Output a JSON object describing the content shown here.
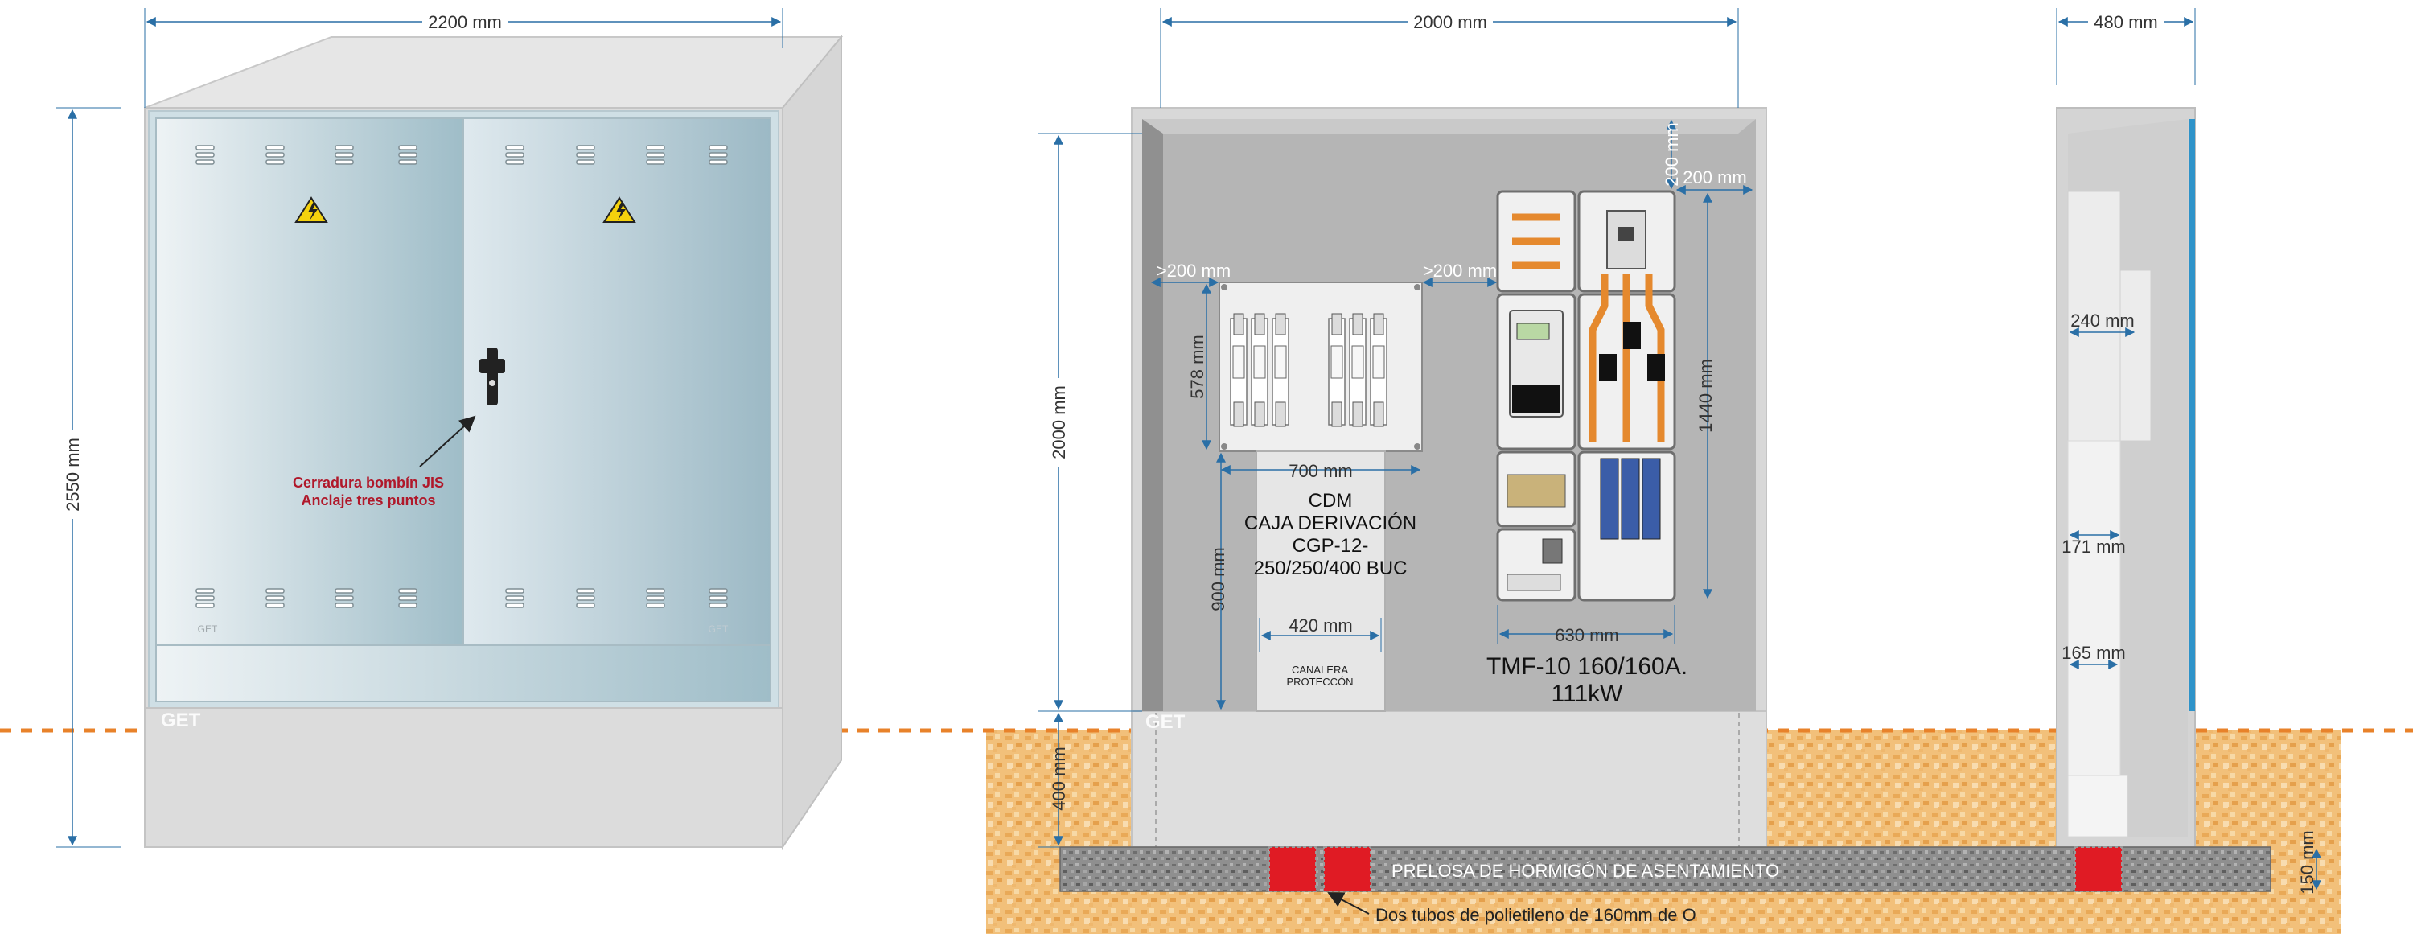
{
  "colors": {
    "dimension_line": "#2a6fa6",
    "ground_line": "#e8822a",
    "door_gradient_start": "#eef3f5",
    "door_gradient_end": "#9fbdc8",
    "cabinet_gray": "#d9d9d9",
    "interior_gray": "#b5b5b5",
    "callout_red": "#b0182a",
    "tube_red": "#e01b24",
    "soil": "#f2c07a",
    "slab": "#8c8c8c",
    "side_accent": "#2e93c9",
    "bus_orange": "#e5892e"
  },
  "front_view": {
    "width_dim": "2200 mm",
    "height_dim": "2550 mm",
    "lock_label_line1": "Cerradura bombín JIS",
    "lock_label_line2": "Anclaje tres puntos",
    "brand_left": "GET",
    "door_tag_left": "GET",
    "door_tag_right": "GET"
  },
  "interior_view": {
    "width_dim": "2000 mm",
    "height_dim": "2000 mm",
    "depth_dim": "400 mm",
    "top_clearance": "200 mm",
    "side_clearance": "200 mm",
    "left_clearance": ">200 mm",
    "mid_clearance": ">200 mm",
    "cgp_height": "578 mm",
    "cgp_width": "700 mm",
    "cgp_label_1": "CDM",
    "cgp_label_2": "CAJA DERIVACIÓN",
    "cgp_label_3": "CGP-12-",
    "cgp_label_4": "250/250/400 BUC",
    "cgp_base_height": "900 mm",
    "canalera_width": "420 mm",
    "canalera_label_1": "CANALERA",
    "canalera_label_2": "PROTECCÓN",
    "tmf_height": "1440 mm",
    "tmf_width": "630 mm",
    "tmf_label_1": "TMF-10 160/160A.",
    "tmf_label_2": "111kW",
    "brand": "GET"
  },
  "side_view": {
    "depth_dim": "480 mm",
    "dim_240": "240 mm",
    "dim_171": "171 mm",
    "dim_165": "165 mm"
  },
  "foundation": {
    "slab_label": "PRELOSA DE HORMIGÓN DE ASENTAMIENTO",
    "slab_thickness": "150 mm",
    "tubes_label": "Dos tubos de polietileno de 160mm de O"
  }
}
